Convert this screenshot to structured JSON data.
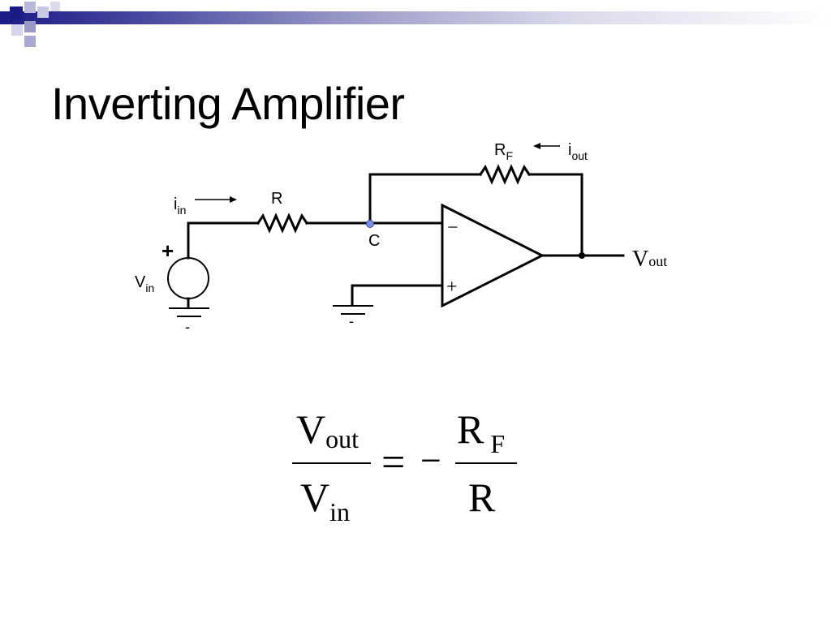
{
  "slide": {
    "title": "Inverting Amplifier"
  },
  "theme": {
    "accent": "#1b1b85",
    "accent_light": "#9a9ac8",
    "wire": "#000000",
    "node": "#7b8fe0"
  },
  "diagram": {
    "input_current": {
      "symbol": "i",
      "subscript": "in"
    },
    "output_current": {
      "symbol": "i",
      "subscript": "out"
    },
    "input_resistor": "R",
    "feedback_resistor": {
      "symbol": "R",
      "subscript": "F"
    },
    "node_label": "C",
    "source": {
      "symbol": "V",
      "subscript": "in",
      "plus": "+",
      "minus": "-"
    },
    "opamp": {
      "inverting": "−",
      "noninverting": "+"
    },
    "output": {
      "symbol": "V",
      "subscript": "out"
    },
    "ground_minus": "-"
  },
  "equation": {
    "lhs_num": {
      "symbol": "V",
      "subscript": "out"
    },
    "lhs_den": {
      "symbol": "V",
      "subscript": "in"
    },
    "equals": "=",
    "minus": "−",
    "rhs_num": {
      "symbol": "R",
      "subscript": "F"
    },
    "rhs_den": "R"
  }
}
